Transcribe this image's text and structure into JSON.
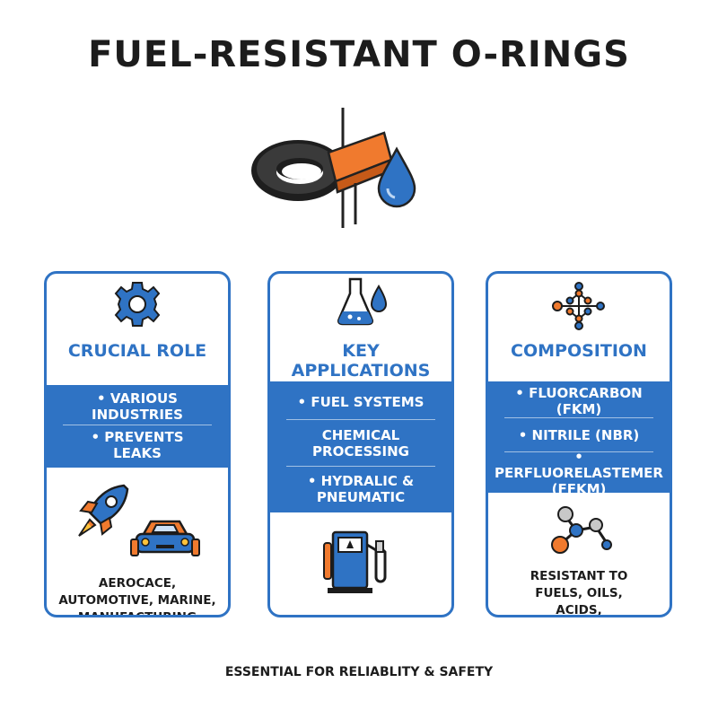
{
  "title": "FUEL-RESISTANT O-RINGS",
  "cards": [
    {
      "heading": "CRUCIAL ROLE",
      "items": [
        "• VARIOUS INDUSTRIES",
        "• PREVENTS LEAKS"
      ],
      "caption": "AEROCACE, AUTOMOTIVE, MARINE, MANUFACTURING"
    },
    {
      "heading": "KEY APPLICATIONS",
      "items": [
        "• FUEL SYSTEMS",
        "CHEMICAL PROCESSING",
        "• HYDRALIC & PNEUMATIC"
      ],
      "caption": ""
    },
    {
      "heading": "COMPOSITION",
      "items": [
        "• FLUORCARBON (FKM)",
        "• NITRILE (NBR)",
        "• PERFLUORELASTEMER (FFKM)"
      ],
      "caption": "RESISTANT TO FUELS, OILS, ACIDS, SOLVENTS"
    }
  ],
  "footer": "ESSENTIAL FOR RELIABLITY & SAFETY",
  "colors": {
    "accent": "#2f73c4",
    "orange": "#f07a2e",
    "ring": "#1e1e1e",
    "drop": "#2f73c4"
  },
  "icons": [
    "gear-icon",
    "flask-icon",
    "molecule-icon",
    "rocket-icon",
    "car-icon",
    "fuel-pump-icon",
    "molecule-model-icon"
  ]
}
